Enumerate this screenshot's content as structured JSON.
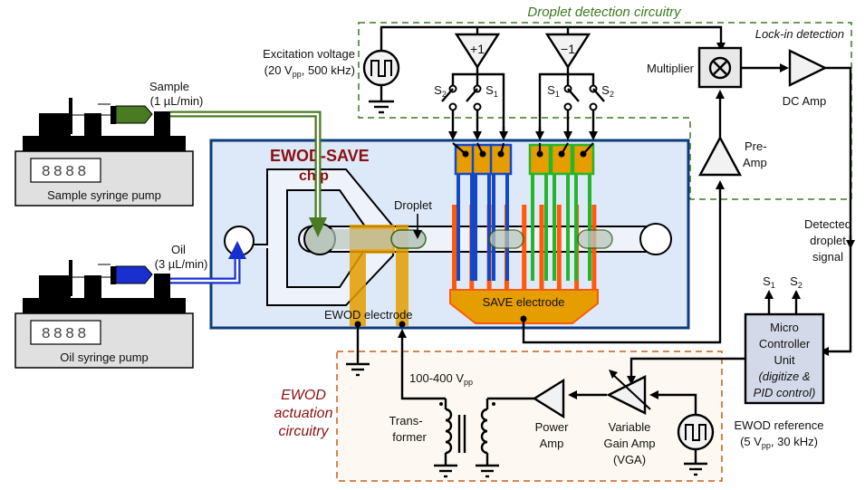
{
  "title": "EWOD-SAVE droplet detection and actuation system",
  "colors": {
    "chip_fill": "#dde8f8",
    "chip_border": "#0d3d78",
    "electrode_orange": "#e59d00",
    "save_finger": "#ff5a0a",
    "blue_electrode": "#1447c8",
    "green_electrode": "#25b52a",
    "sample_green": "#4a7a22",
    "oil_blue": "#1a2fd0",
    "detection_border": "#3a7a1e",
    "actuation_border": "#d05a14",
    "actuation_fill": "#fdf9f2",
    "dark_red_text": "#8a1010",
    "mcu_fill": "#d3d9e8"
  },
  "pumps": {
    "sample": {
      "name": "Sample syringe pump",
      "fluid": "Sample",
      "rate": "(1 µL/min)",
      "display": "8888"
    },
    "oil": {
      "name": "Oil syringe pump",
      "fluid": "Oil",
      "rate": "(3 µL/min)",
      "display": "8888"
    }
  },
  "chip": {
    "title_line1": "EWOD-SAVE",
    "title_line2": "chip",
    "droplet_label": "Droplet",
    "ewod_electrode_label": "EWOD electrode",
    "save_electrode_label": "SAVE electrode"
  },
  "detection": {
    "section_title": "Droplet detection circuitry",
    "excitation_line1": "Excitation voltage",
    "excitation_line2_pre": "(20 V",
    "excitation_line2_sub": "pp",
    "excitation_line2_post": ", 500 kHz)",
    "buffer_plus": "+1",
    "buffer_minus": "−1",
    "switches": [
      {
        "base": "S",
        "sub": "2"
      },
      {
        "base": "S",
        "sub": "1"
      },
      {
        "base": "S",
        "sub": "1"
      },
      {
        "base": "S",
        "sub": "2"
      }
    ],
    "lockin_title": "Lock-in detection",
    "multiplier": "Multiplier",
    "dc_amp": "DC Amp",
    "preamp_line1": "Pre-",
    "preamp_line2": "Amp",
    "detected_line1": "Detected",
    "detected_line2": "droplet",
    "detected_line3": "signal"
  },
  "mcu": {
    "line1": "Micro",
    "line2": "Controller",
    "line3": "Unit",
    "line4": "(digitize &",
    "line5": "PID control)",
    "out1": {
      "base": "S",
      "sub": "1"
    },
    "out2": {
      "base": "S",
      "sub": "2"
    }
  },
  "actuation": {
    "section_line1": "EWOD",
    "section_line2": "actuation",
    "section_line3": "circuitry",
    "voltage_pre": "100-400 V",
    "voltage_sub": "pp",
    "transformer_line1": "Trans-",
    "transformer_line2": "former",
    "power_amp_line1": "Power",
    "power_amp_line2": "Amp",
    "vga_line1": "Variable",
    "vga_line2": "Gain Amp",
    "vga_line3": "(VGA)",
    "reference_line1": "EWOD reference",
    "reference_line2_pre": "(5 V",
    "reference_line2_sub": "pp",
    "reference_line2_post": ", 30 kHz)"
  }
}
